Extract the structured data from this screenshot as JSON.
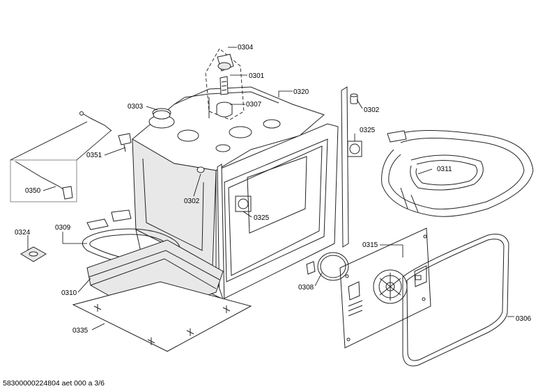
{
  "labels": {
    "p0304": "0304",
    "p0301": "0301",
    "p0307": "0307",
    "p0320": "0320",
    "p0302a": "0302",
    "p0303": "0303",
    "p0325a": "0325",
    "p0351": "0351",
    "p0311": "0311",
    "p0350": "0350",
    "p0302b": "0302",
    "p0325b": "0325",
    "p0324": "0324",
    "p0309": "0309",
    "p0315": "0315",
    "p0308": "0308",
    "p0310": "0310",
    "p0306": "0306",
    "p0335": "0335"
  },
  "footer": "58300000224804 aet 000 a 3/6"
}
